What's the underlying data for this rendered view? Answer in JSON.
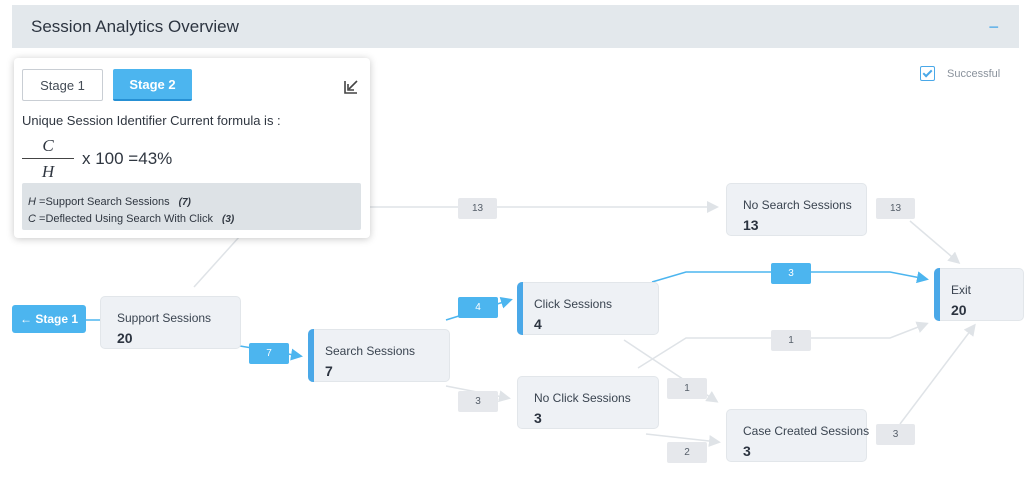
{
  "header": {
    "title": "Session Analytics Overview",
    "collapse_icon": "−"
  },
  "legend": {
    "label": "Successful",
    "checked": true
  },
  "stage_button": {
    "label": "← Stage 1"
  },
  "popup": {
    "tabs": [
      {
        "label": "Stage 1",
        "active": false
      },
      {
        "label": "Stage 2",
        "active": true
      }
    ],
    "formula_title": "Unique Session Identifier Current formula is :",
    "numerator": "C",
    "denominator": "H",
    "formula_rest": "x 100 =43%",
    "definitions": [
      {
        "key": "H",
        "text": "=Support Search Sessions",
        "value": "(7)"
      },
      {
        "key": "C",
        "text": "=Deflected Using Search With Click",
        "value": "(3)"
      }
    ]
  },
  "nodes": {
    "support_sessions": {
      "label": "Support Sessions",
      "value": "20"
    },
    "search_sessions": {
      "label": "Search Sessions",
      "value": "7"
    },
    "click_sessions": {
      "label": "Click Sessions",
      "value": "4"
    },
    "no_click_sessions": {
      "label": "No Click Sessions",
      "value": "3"
    },
    "no_search_sessions": {
      "label": "No Search Sessions",
      "value": "13"
    },
    "case_created_sessions": {
      "label": "Case Created Sessions",
      "value": "3"
    },
    "exit": {
      "label": "Exit",
      "value": "20"
    }
  },
  "edges": {
    "support_to_nosearch": "13",
    "nosearch_to_exit": "13",
    "support_to_search": "7",
    "search_to_click": "4",
    "click_to_exit": "3",
    "search_to_noclick": "3",
    "noclick_to_exit": "1",
    "click_to_case": "1",
    "noclick_to_case": "2",
    "case_to_exit": "3"
  },
  "colors": {
    "accent": "#4cb5ef",
    "node_bg": "#eef1f5",
    "edge": "#dfe3e7"
  }
}
